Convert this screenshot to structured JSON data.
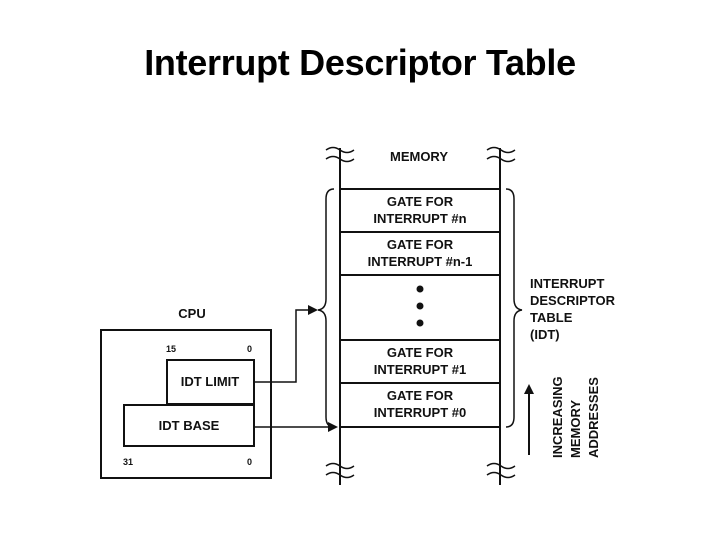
{
  "title": "Interrupt Descriptor Table",
  "memory_label": "MEMORY",
  "gates": [
    {
      "line1": "GATE FOR",
      "line2": "INTERRUPT #n"
    },
    {
      "line1": "GATE FOR",
      "line2": "INTERRUPT #n-1"
    },
    {
      "line1": "GATE FOR",
      "line2": "INTERRUPT #1"
    },
    {
      "line1": "GATE FOR",
      "line2": "INTERRUPT #0"
    }
  ],
  "idt_label": {
    "line1": "INTERRUPT",
    "line2": "DESCRIPTOR",
    "line3": "TABLE",
    "line4": "(IDT)"
  },
  "address_label": {
    "line1": "INCREASING",
    "line2": "MEMORY",
    "line3": "ADDRESSES"
  },
  "cpu": {
    "label": "CPU",
    "idt_limit": "IDT LIMIT",
    "idt_base": "IDT BASE",
    "bit_15": "15",
    "bit_0_top": "0",
    "bit_31": "31",
    "bit_0_bottom": "0"
  }
}
